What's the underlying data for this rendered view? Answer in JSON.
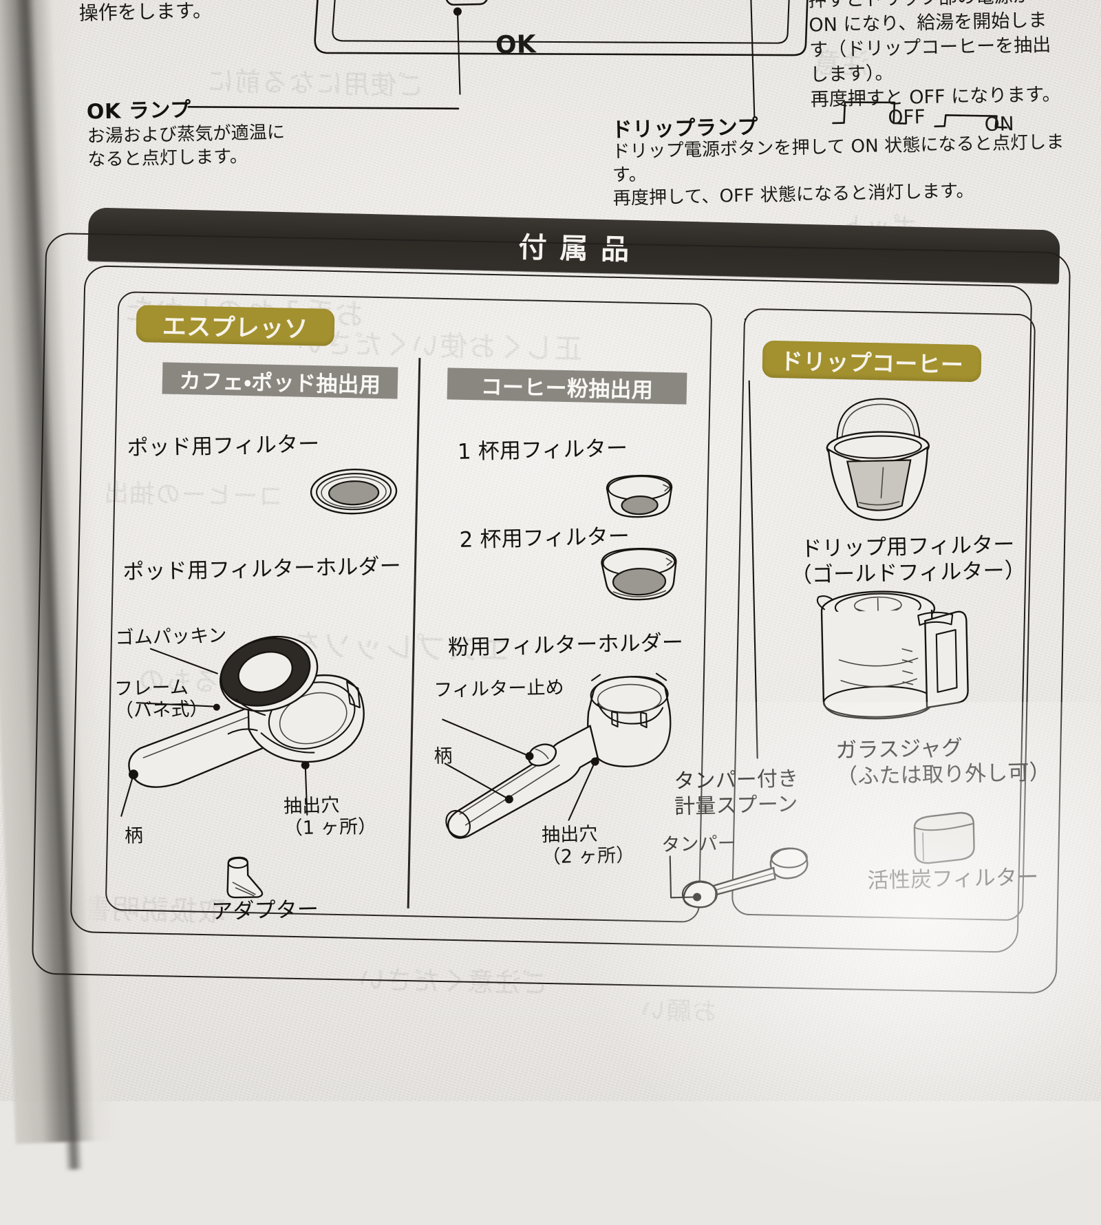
{
  "page": {
    "top_cut_line": "操作をします。",
    "section_title": "付属品"
  },
  "callouts": {
    "ok_lamp": {
      "title": "OK ランプ",
      "body": "お湯および蒸気が適温に\nなると点灯します。",
      "panel_icon_label": "OK"
    },
    "drip_lamp": {
      "title": "ドリップランプ",
      "body": "ドリップ電源ボタンを押して ON 状態になると点灯します。\n再度押して、OFF 状態になると消灯します。"
    },
    "drip_power": {
      "body": "押すとドリップ部の電源が\nON になり、給湯を開始しま\nす（ドリップコーヒーを抽出\nします）。\n再度押すと OFF になります。",
      "switch_off_label": "OFF",
      "switch_on_label": "ON"
    }
  },
  "espresso": {
    "badge": "エスプレッソ",
    "pod_column": {
      "subhead": "カフェ・ポッド抽出用",
      "items": [
        {
          "label": "ポッド用フィルター"
        },
        {
          "label": "ポッド用フィルターホルダー"
        },
        {
          "label": "アダプター"
        }
      ],
      "part_labels": [
        {
          "text": "ゴムパッキン"
        },
        {
          "text": "フレーム\n（バネ式）"
        },
        {
          "text": "柄"
        },
        {
          "text": "抽出穴\n（1 ヶ所）"
        }
      ]
    },
    "powder_column": {
      "subhead": "コーヒー粉抽出用",
      "items": [
        {
          "label": "1 杯用フィルター"
        },
        {
          "label": "2 杯用フィルター"
        },
        {
          "label": "粉用フィルターホルダー"
        }
      ],
      "part_labels": [
        {
          "text": "フィルター止め"
        },
        {
          "text": "柄"
        },
        {
          "text": "抽出穴\n（2 ヶ所）"
        }
      ]
    },
    "tamper_spoon": {
      "title": "タンパー付き\n計量スプーン",
      "part_label": "タンパー"
    }
  },
  "drip": {
    "badge": "ドリップコーヒー",
    "items": [
      {
        "label": "ドリップ用フィルター\n（ゴールドフィルター）"
      },
      {
        "label": "ガラスジャグ\n（ふたは取り外し可）"
      },
      {
        "label": "活性炭フィルター"
      }
    ]
  },
  "colors": {
    "banner_dark": "#2d2a25",
    "badge_gold": "#a3912f",
    "subhead_grey": "#8a8781",
    "ink": "#17140f",
    "paper": "#eceae6"
  },
  "bleed_through": [
    "ご使用になる前に",
    "お手入れのしかた",
    "正しくお使いください",
    "コーヒーの抽出",
    "エスプレッソを",
    "準備するもの",
    "注意",
    "ポット",
    "取扱説明書",
    "ご注意ください",
    "お願い"
  ]
}
